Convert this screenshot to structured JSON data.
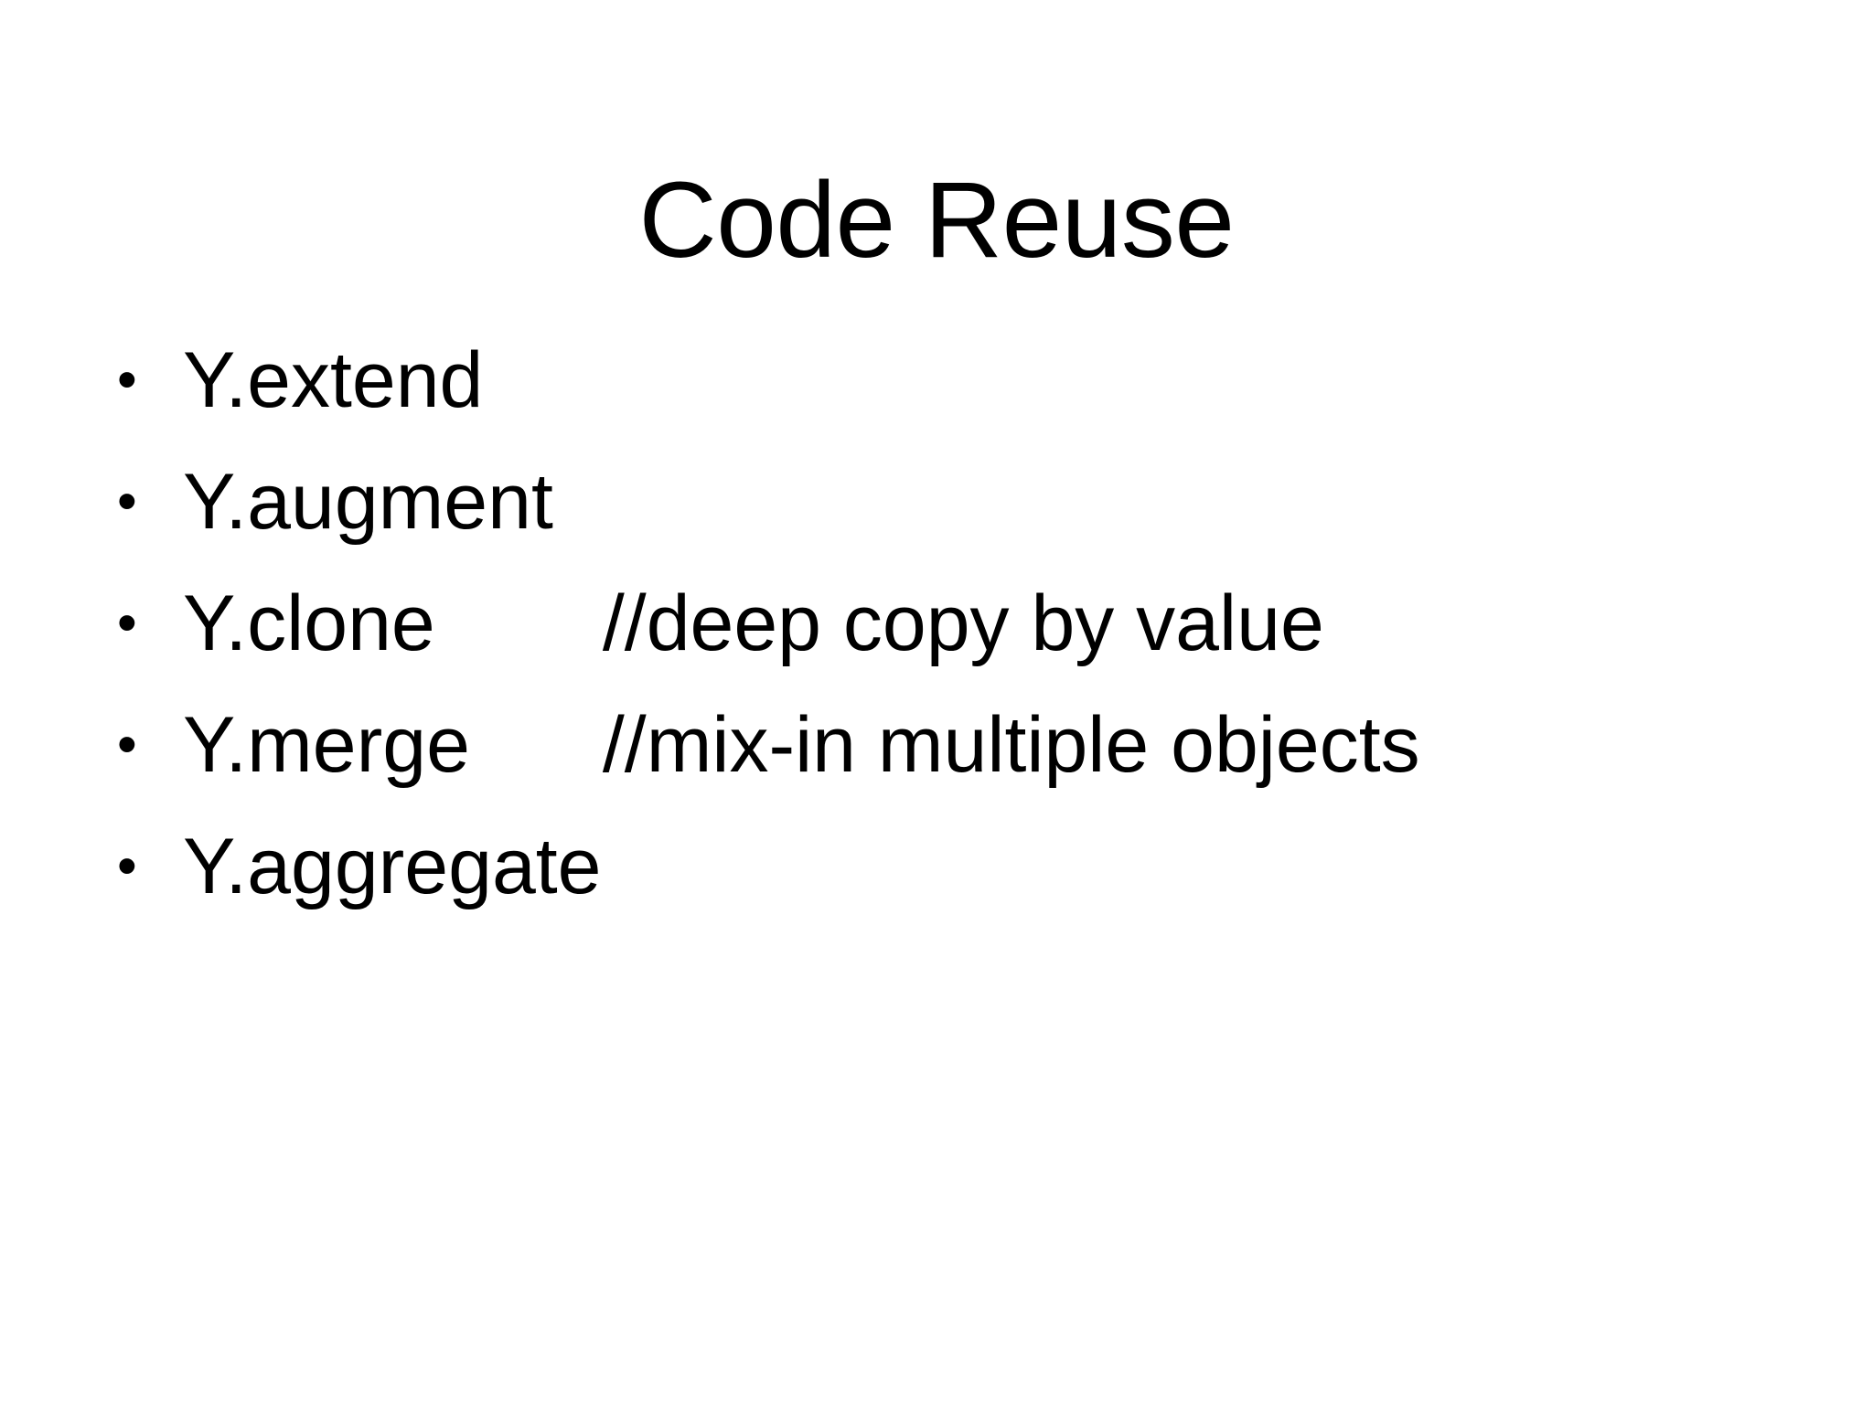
{
  "slide": {
    "title": "Code Reuse",
    "background_color": "#FFFFFF",
    "text_color": "#000000",
    "bullet_glyph": "•"
  },
  "body": {
    "items": [
      {
        "term": "Y.extend",
        "comment": ""
      },
      {
        "term": "Y.augment",
        "comment": ""
      },
      {
        "term": "Y.clone",
        "comment": "//deep copy by value"
      },
      {
        "term": "Y.merge",
        "comment": "//mix-in multiple objects"
      },
      {
        "term": "Y.aggregate",
        "comment": ""
      }
    ]
  }
}
